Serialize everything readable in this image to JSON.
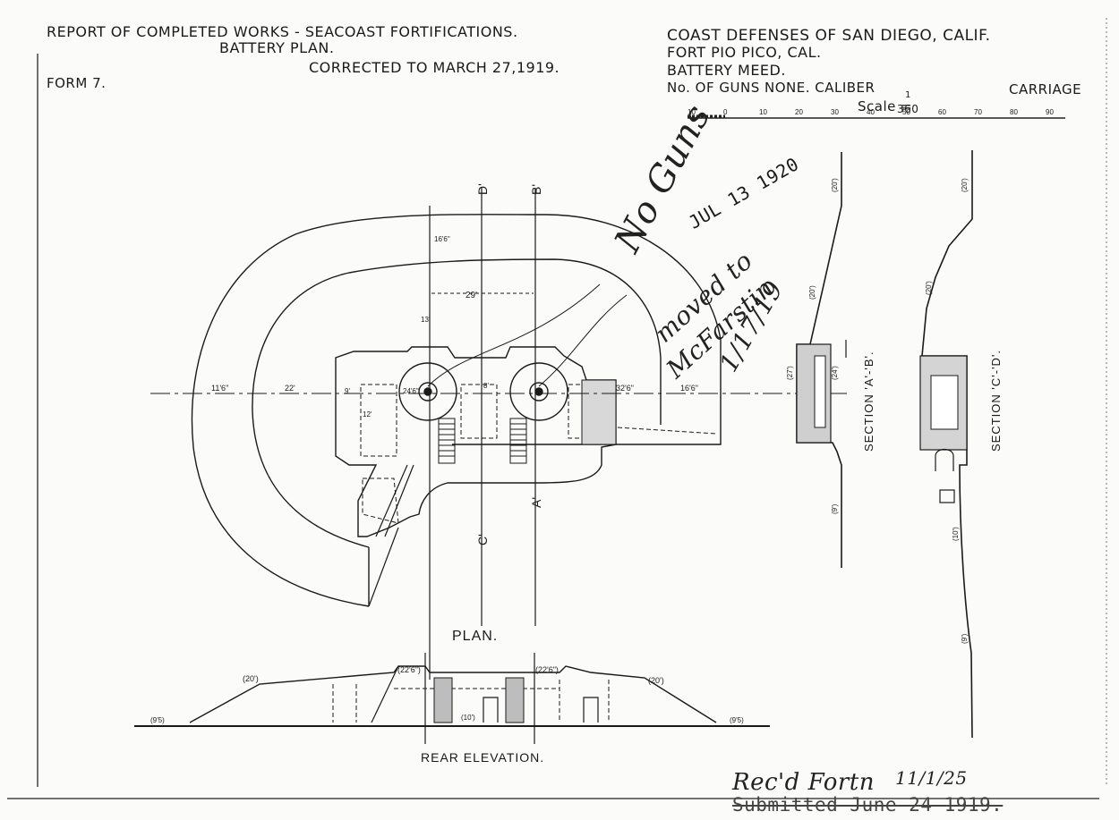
{
  "header_left": {
    "line1": "REPORT OF COMPLETED WORKS - SEACOAST FORTIFICATIONS.",
    "line2": "BATTERY PLAN.",
    "line3": "CORRECTED TO MARCH 27,1919.",
    "form": "FORM 7."
  },
  "header_right": {
    "defenses": "COAST DEFENSES OF SAN DIEGO, CALIF.",
    "fort": "FORT PIO PICO, CAL.",
    "battery": "BATTERY  MEED.",
    "guns": "No. OF GUNS NONE. CALIBER",
    "carriage": "CARRIAGE",
    "scale_label": "Scale =",
    "scale_num": "1",
    "scale_den": "360",
    "scale_ticks": [
      "10",
      "0",
      "10",
      "20",
      "30",
      "40",
      "50",
      "60",
      "70",
      "80",
      "90"
    ]
  },
  "plan": {
    "title": "PLAN.",
    "dims": [
      "11'6\"",
      "22'",
      "29'",
      "32'6\"",
      "16'6\"",
      "13'",
      "16'6\"",
      "24'6\"",
      "9'",
      "12'",
      "8'"
    ],
    "section_marks": [
      "D'",
      "B'",
      "C'",
      "A'"
    ]
  },
  "sections": {
    "ab_label": "SECTION 'A'-'B'.",
    "cd_label": "SECTION 'C'-'D'.",
    "elev_ab": [
      "(20')",
      "(20')",
      "(27')",
      "(24')",
      "(9')"
    ],
    "elev_cd": [
      "(20')",
      "(20')",
      "(10')",
      "(9')"
    ]
  },
  "elevation": {
    "title": "REAR ELEVATION.",
    "elevs": [
      "(20')",
      "(22'6\")",
      "(22'6\")",
      "(20')",
      "(9'5)",
      "(10')",
      "(9'5)"
    ]
  },
  "annotations": {
    "no_guns": "No Guns",
    "stamp_date": "JUL 13 1920",
    "moved_to": "moved to",
    "mcfarstin": "McFarstin",
    "note_date": "1/17/19",
    "received": "Rec'd Fortn",
    "received_date": "11/1/25",
    "submitted": "Submitted June 24-1919."
  }
}
